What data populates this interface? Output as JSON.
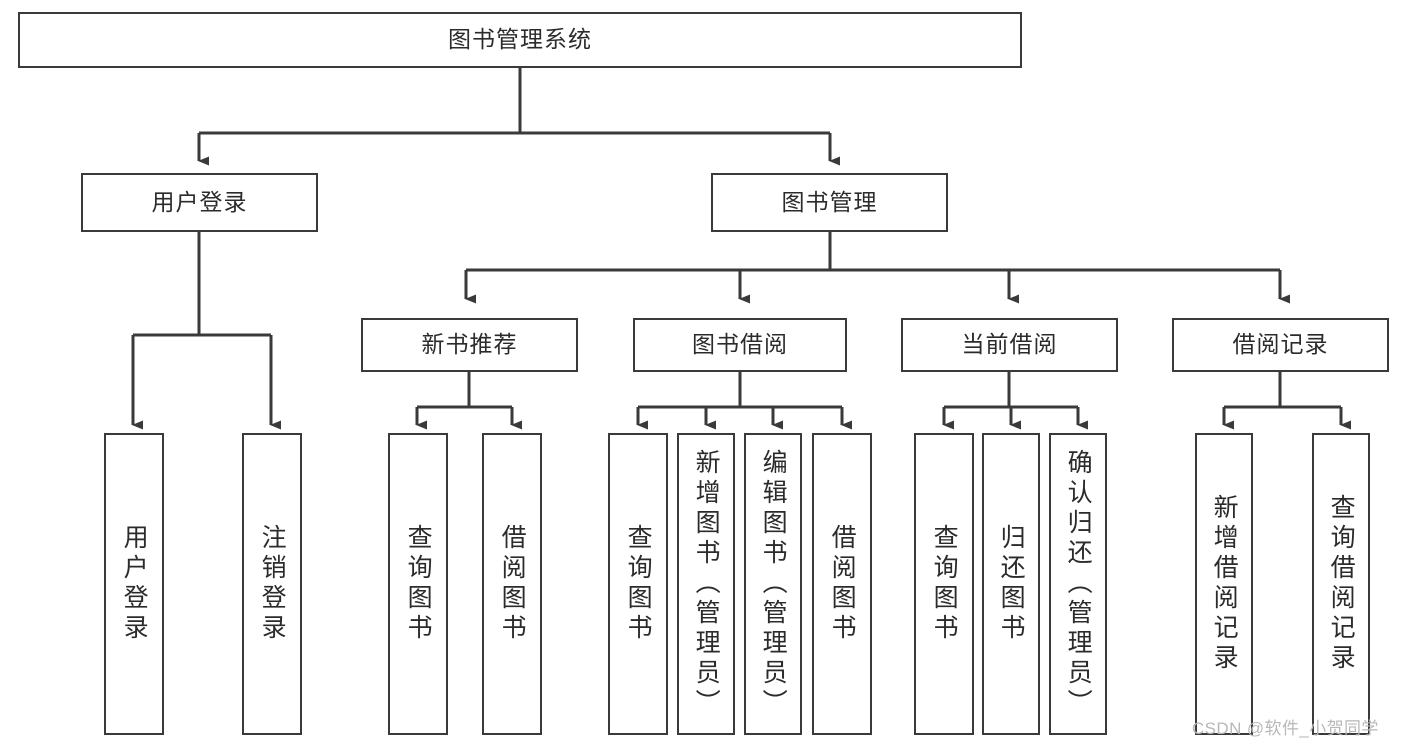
{
  "diagram": {
    "title": "图书管理系统",
    "type": "tree-hierarchy-diagram",
    "watermark": "CSDN @软件_小贺同学",
    "colors": {
      "box_border": "#3a3a3a",
      "box_fill": "#ffffff",
      "edge": "#3a3a3a",
      "text": "#2b2b2b",
      "watermark": "#b8b8b8",
      "background": "#ffffff"
    },
    "root": {
      "label": "图书管理系统"
    },
    "level2": [
      {
        "label": "用户登录"
      },
      {
        "label": "图书管理"
      }
    ],
    "level3": [
      {
        "label": "新书推荐"
      },
      {
        "label": "图书借阅"
      },
      {
        "label": "当前借阅"
      },
      {
        "label": "借阅记录"
      }
    ],
    "leaves": {
      "user_login": [
        {
          "label": "用户登录"
        },
        {
          "label": "注销登录"
        }
      ],
      "new_book_recommend": [
        {
          "label": "查询图书"
        },
        {
          "label": "借阅图书"
        }
      ],
      "book_borrow": [
        {
          "label": "查询图书"
        },
        {
          "label": "新增图书（管理员）"
        },
        {
          "label": "编辑图书（管理员）"
        },
        {
          "label": "借阅图书"
        }
      ],
      "current_borrow": [
        {
          "label": "查询图书"
        },
        {
          "label": "归还图书"
        },
        {
          "label": "确认归还（管理员）"
        }
      ],
      "borrow_record": [
        {
          "label": "新增借阅记录"
        },
        {
          "label": "查询借阅记录"
        }
      ]
    }
  }
}
